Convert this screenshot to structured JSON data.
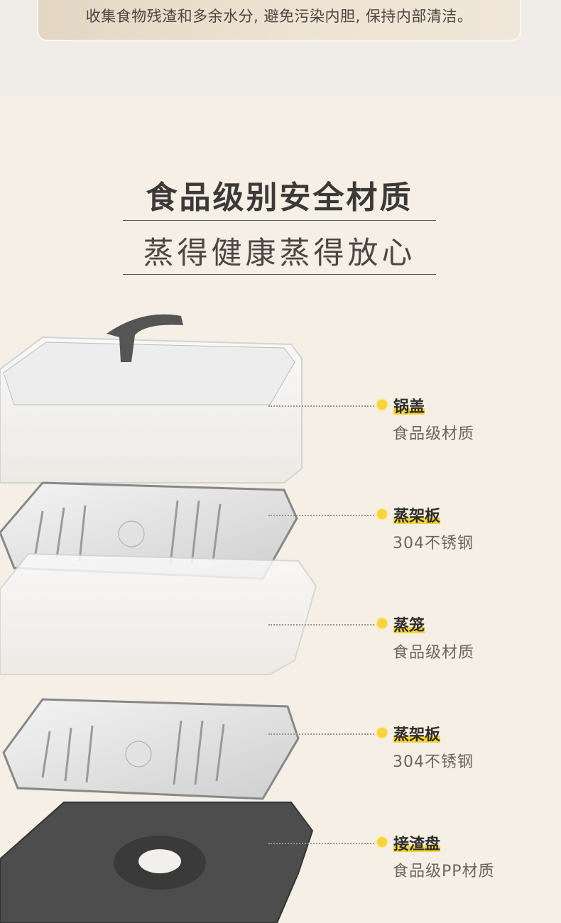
{
  "banner": {
    "text": "收集食物残渣和多余水分, 避免污染内胆, 保持内部清洁。"
  },
  "headline": {
    "title": "食品级别安全材质",
    "subtitle": "蒸得健康蒸得放心"
  },
  "parts": [
    {
      "name": "锅盖",
      "material": "食品级材质"
    },
    {
      "name": "蒸架板",
      "material": "304不锈钢"
    },
    {
      "name": "蒸笼",
      "material": "食品级材质"
    },
    {
      "name": "蒸架板",
      "material": "304不锈钢"
    },
    {
      "name": "接渣盘",
      "material": "食品级PP材质"
    }
  ],
  "colors": {
    "accent": "#f5d43a",
    "text": "#3b3a38",
    "background": "#f5efe5"
  }
}
